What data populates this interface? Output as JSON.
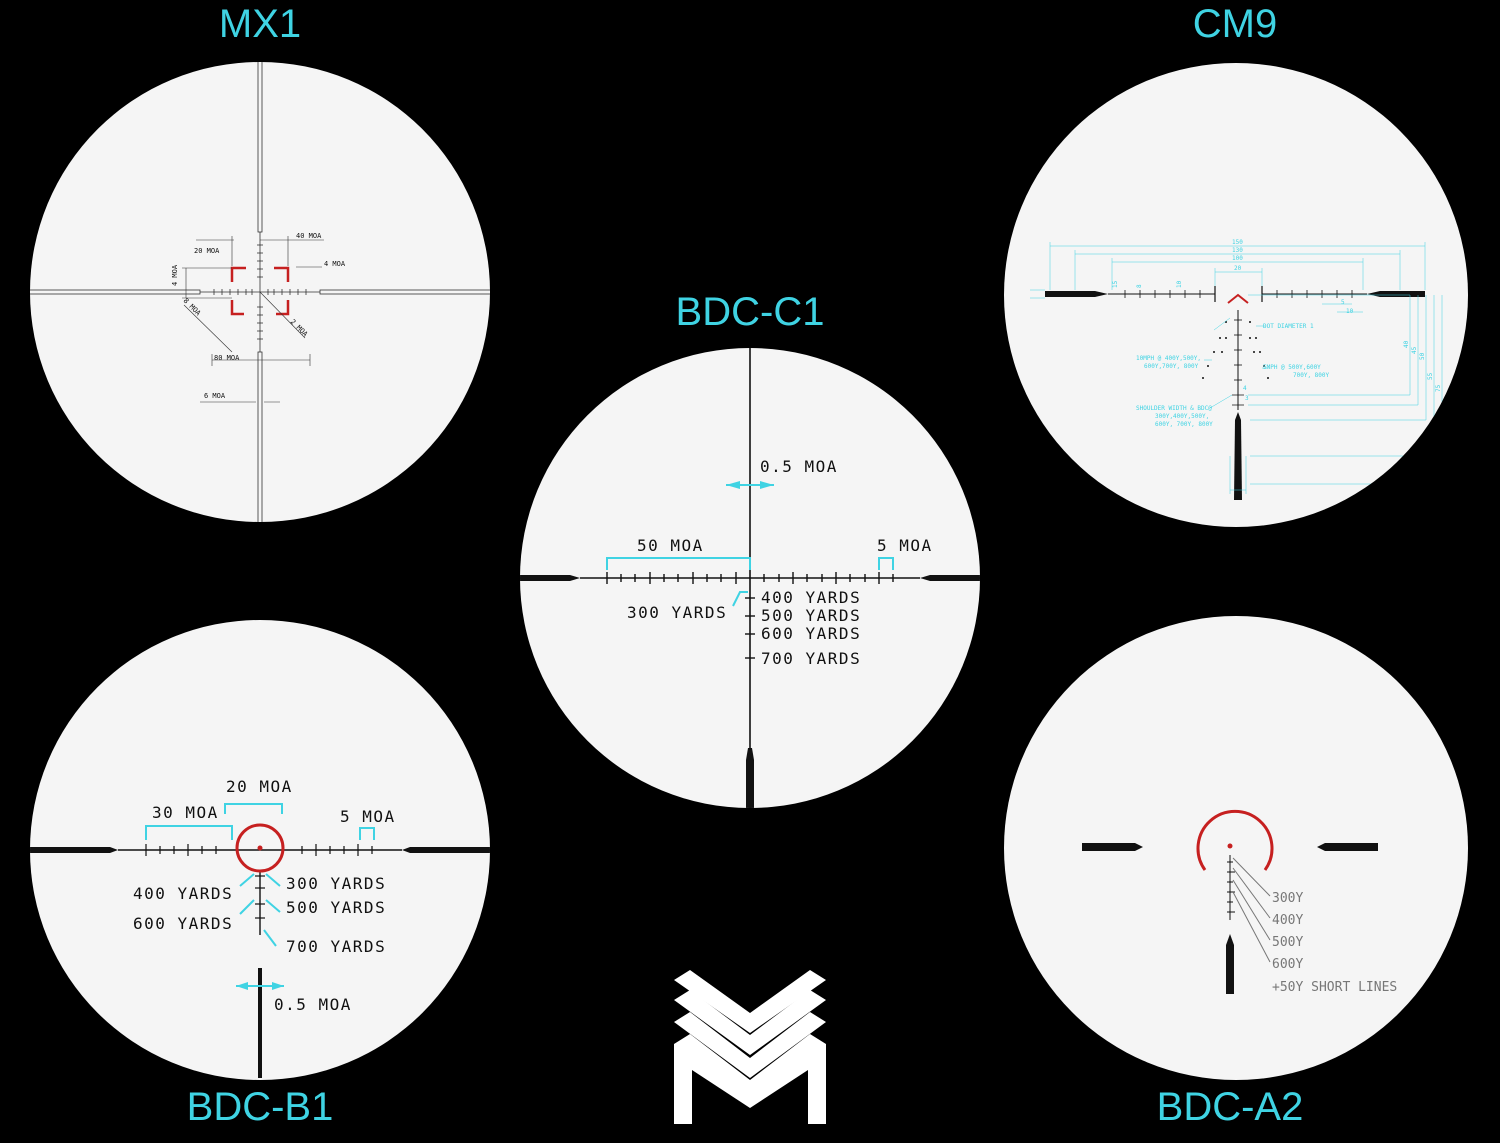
{
  "titles": {
    "mx1": "MX1",
    "cm9": "CM9",
    "bdc_c1": "BDC-C1",
    "bdc_b1": "BDC-B1",
    "bdc_a2": "BDC-A2"
  },
  "mx1": {
    "labels": [
      "20 MOA",
      "40 MOA",
      "4 MOA",
      "4 MOA",
      "8 MOA",
      "2 MOA",
      "80 MOA",
      "6 MOA"
    ]
  },
  "bdc_c1": {
    "half_moa": "0.5 MOA",
    "fifty_moa": "50 MOA",
    "five_moa": "5 MOA",
    "y300": "300 YARDS",
    "y400": "400 YARDS",
    "y500": "500 YARDS",
    "y600": "600 YARDS",
    "y700": "700 YARDS"
  },
  "bdc_b1": {
    "thirty_moa": "30 MOA",
    "twenty_moa": "20 MOA",
    "five_moa": "5 MOA",
    "y300": "300 YARDS",
    "y400": "400 YARDS",
    "y500": "500 YARDS",
    "y600": "600 YARDS",
    "y700": "700 YARDS",
    "half_moa": "0.5 MOA"
  },
  "cm9": {
    "dims": [
      "150",
      "130",
      "100",
      "20",
      "15",
      "8",
      "10",
      "5",
      "10"
    ],
    "dot_diameter": "DOT DIAMETER 1",
    "wind10_a": "10MPH @ 400Y,500Y,",
    "wind10_b": "600Y,700Y, 800Y",
    "wind5_a": "5MPH @ 500Y,600Y",
    "wind5_b": "700Y, 800Y",
    "shoulder_a": "SHOULDER WIDTH & BDC@",
    "shoulder_b": "300Y,400Y,500Y,",
    "shoulder_c": "600Y, 700Y, 800Y",
    "v4": "4",
    "v3": "3",
    "right_dims": [
      "40",
      "45",
      "50",
      "55",
      "75"
    ]
  },
  "bdc_a2": {
    "y300": "300Y",
    "y400": "400Y",
    "y500": "500Y",
    "y600": "600Y",
    "short_lines": "+50Y SHORT LINES"
  },
  "colors": {
    "title": "#3fd3e3",
    "callout": "#3fd3e3",
    "reticle": "#111111",
    "red": "#c62020"
  }
}
